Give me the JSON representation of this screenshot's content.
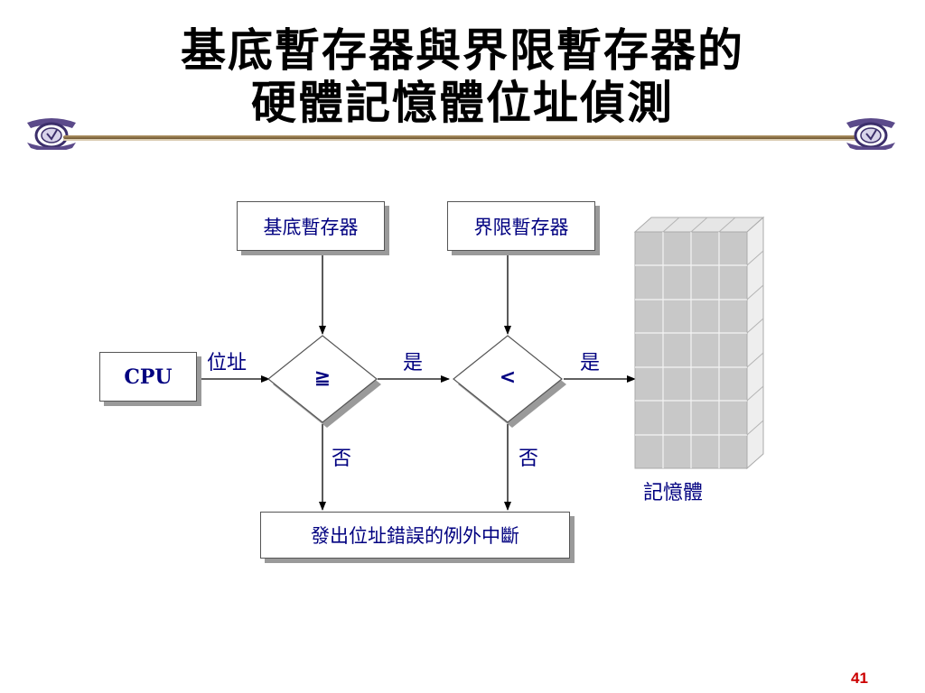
{
  "title": {
    "line1": "基底暫存器與界限暫存器的",
    "line2": "硬體記憶體位址偵測"
  },
  "diagram": {
    "base_register": "基底暫存器",
    "limit_register": "界限暫存器",
    "cpu": "CPU",
    "address_label": "位址",
    "compare_ge": "≧",
    "compare_lt": "<",
    "yes_label_1": "是",
    "yes_label_2": "是",
    "no_label_1": "否",
    "no_label_2": "否",
    "error_box": "發出位址錯誤的例外中斷",
    "memory_label": "記憶體"
  },
  "footer": {
    "page_number": "41"
  },
  "colors": {
    "text_blue": "#000080",
    "rule_brown": "#8a6d3f",
    "page_number_red": "#cc0000",
    "memory_gray": "#c8c8c8"
  }
}
